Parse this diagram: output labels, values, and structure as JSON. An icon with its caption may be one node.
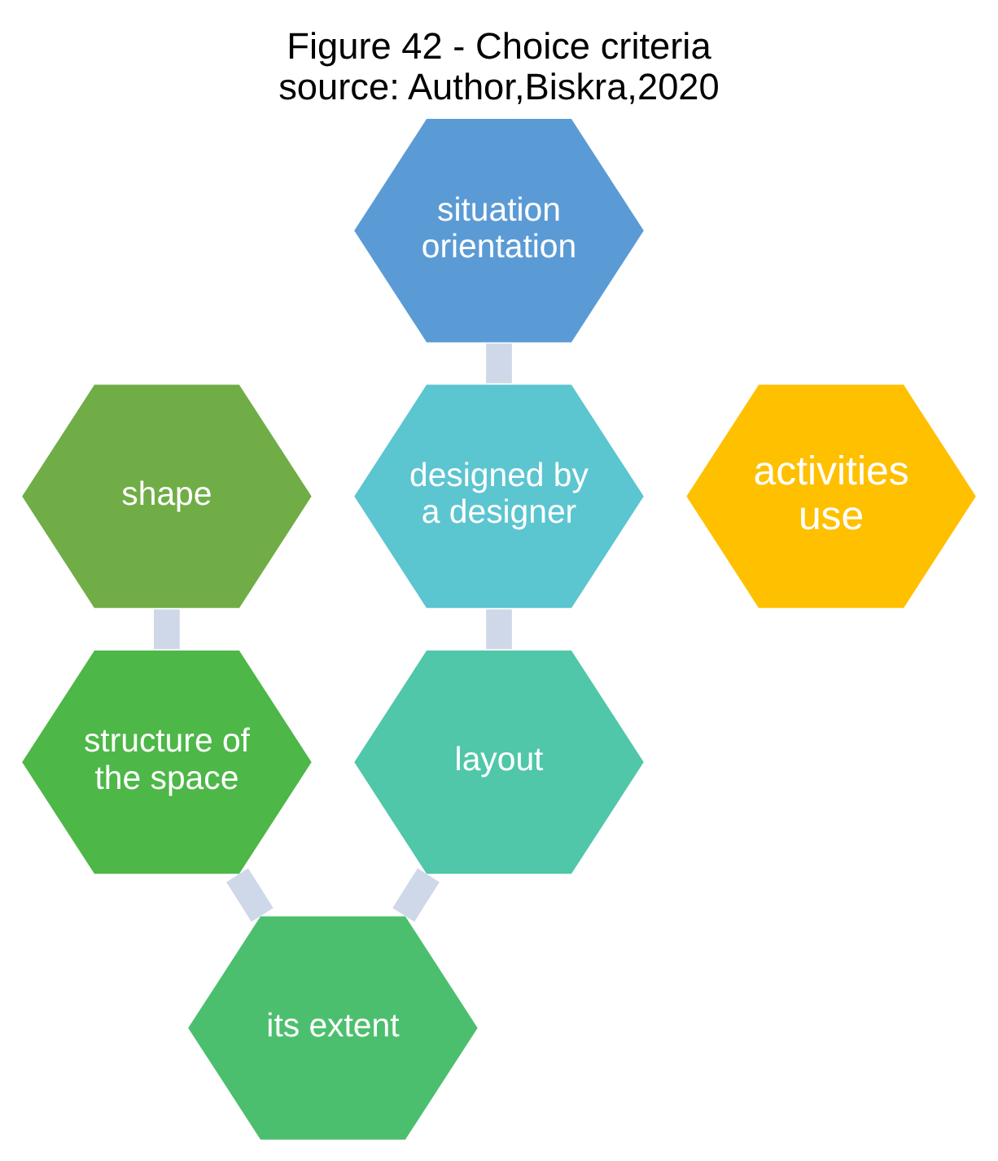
{
  "diagram": {
    "title": "Figure 42 - Choice criteria",
    "caption": "source: Author,Biskra,2020",
    "nodes": [
      {
        "text": [
          "situation orientation"
        ]
      },
      {
        "text": [
          "shape"
        ]
      },
      {
        "text": [
          "activities use"
        ]
      },
      {
        "text": [
          "designed by a designer"
        ]
      },
      {
        "text": [
          "structure of the space"
        ]
      },
      {
        "text": [
          "layout"
        ]
      },
      {
        "text": [
          "its extent"
        ]
      }
    ],
    "edges": [
      {
        "from": 0,
        "to": 3,
        "arrow": "none"
      },
      {
        "from": 3,
        "to": 5,
        "arrow": "none"
      },
      {
        "from": 5,
        "to": 6,
        "arrow": "none"
      },
      {
        "from": 6,
        "to": 4,
        "arrow": "none"
      },
      {
        "from": 4,
        "to": 1,
        "arrow": "none"
      }
    ]
  }
}
